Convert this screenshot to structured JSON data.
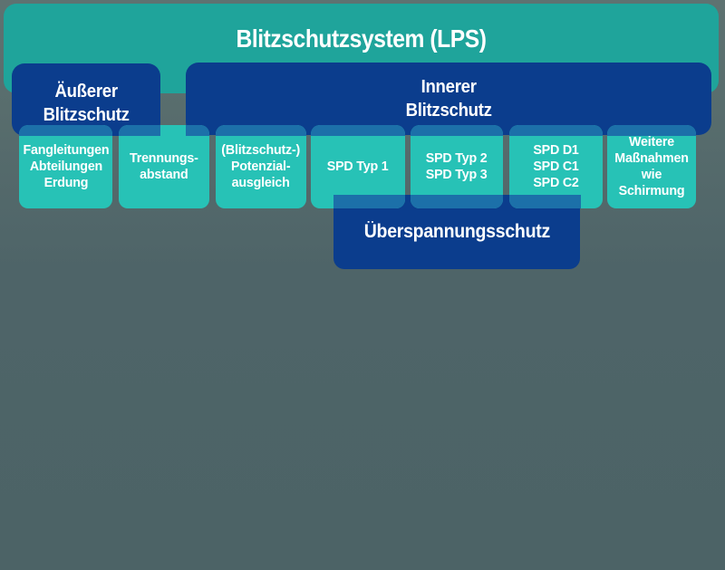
{
  "title": "Blitzschutzsystem (LPS)",
  "groups": {
    "outer": {
      "line1": "Äußerer",
      "line2": "Blitzschutz"
    },
    "inner": {
      "line1": "Innerer",
      "line2": "Blitzschutz"
    },
    "surge": {
      "label": "Überspannungsschutz"
    }
  },
  "nodes": [
    {
      "id": "fangleitungen-abteilungen-erdung",
      "lines": [
        "Fangleitungen",
        "Abteilungen",
        "Erdung"
      ]
    },
    {
      "id": "trennungsabstand",
      "lines": [
        "Trennungs-",
        "abstand"
      ]
    },
    {
      "id": "blitzschutz-potenzialausgleich",
      "lines": [
        "(Blitzschutz-)",
        "Potenzial-",
        "ausgleich"
      ]
    },
    {
      "id": "spd-typ-1",
      "lines": [
        "SPD Typ 1"
      ]
    },
    {
      "id": "spd-typ-2-3",
      "lines": [
        "SPD Typ 2",
        "SPD Typ 3"
      ]
    },
    {
      "id": "spd-d1-c1-c2",
      "lines": [
        "SPD D1",
        "SPD C1",
        "SPD C2"
      ]
    },
    {
      "id": "weitere-massnahmen",
      "lines": [
        "Weitere",
        "Maßnahmen",
        "wie Schirmung"
      ]
    }
  ],
  "colors": {
    "header_teal": "#1FA49B",
    "node_teal": "#27C2B6",
    "dark_blue": "#0B3D8D",
    "overlap_blue": "#1C70A9",
    "background_gray": "#4C6366"
  }
}
